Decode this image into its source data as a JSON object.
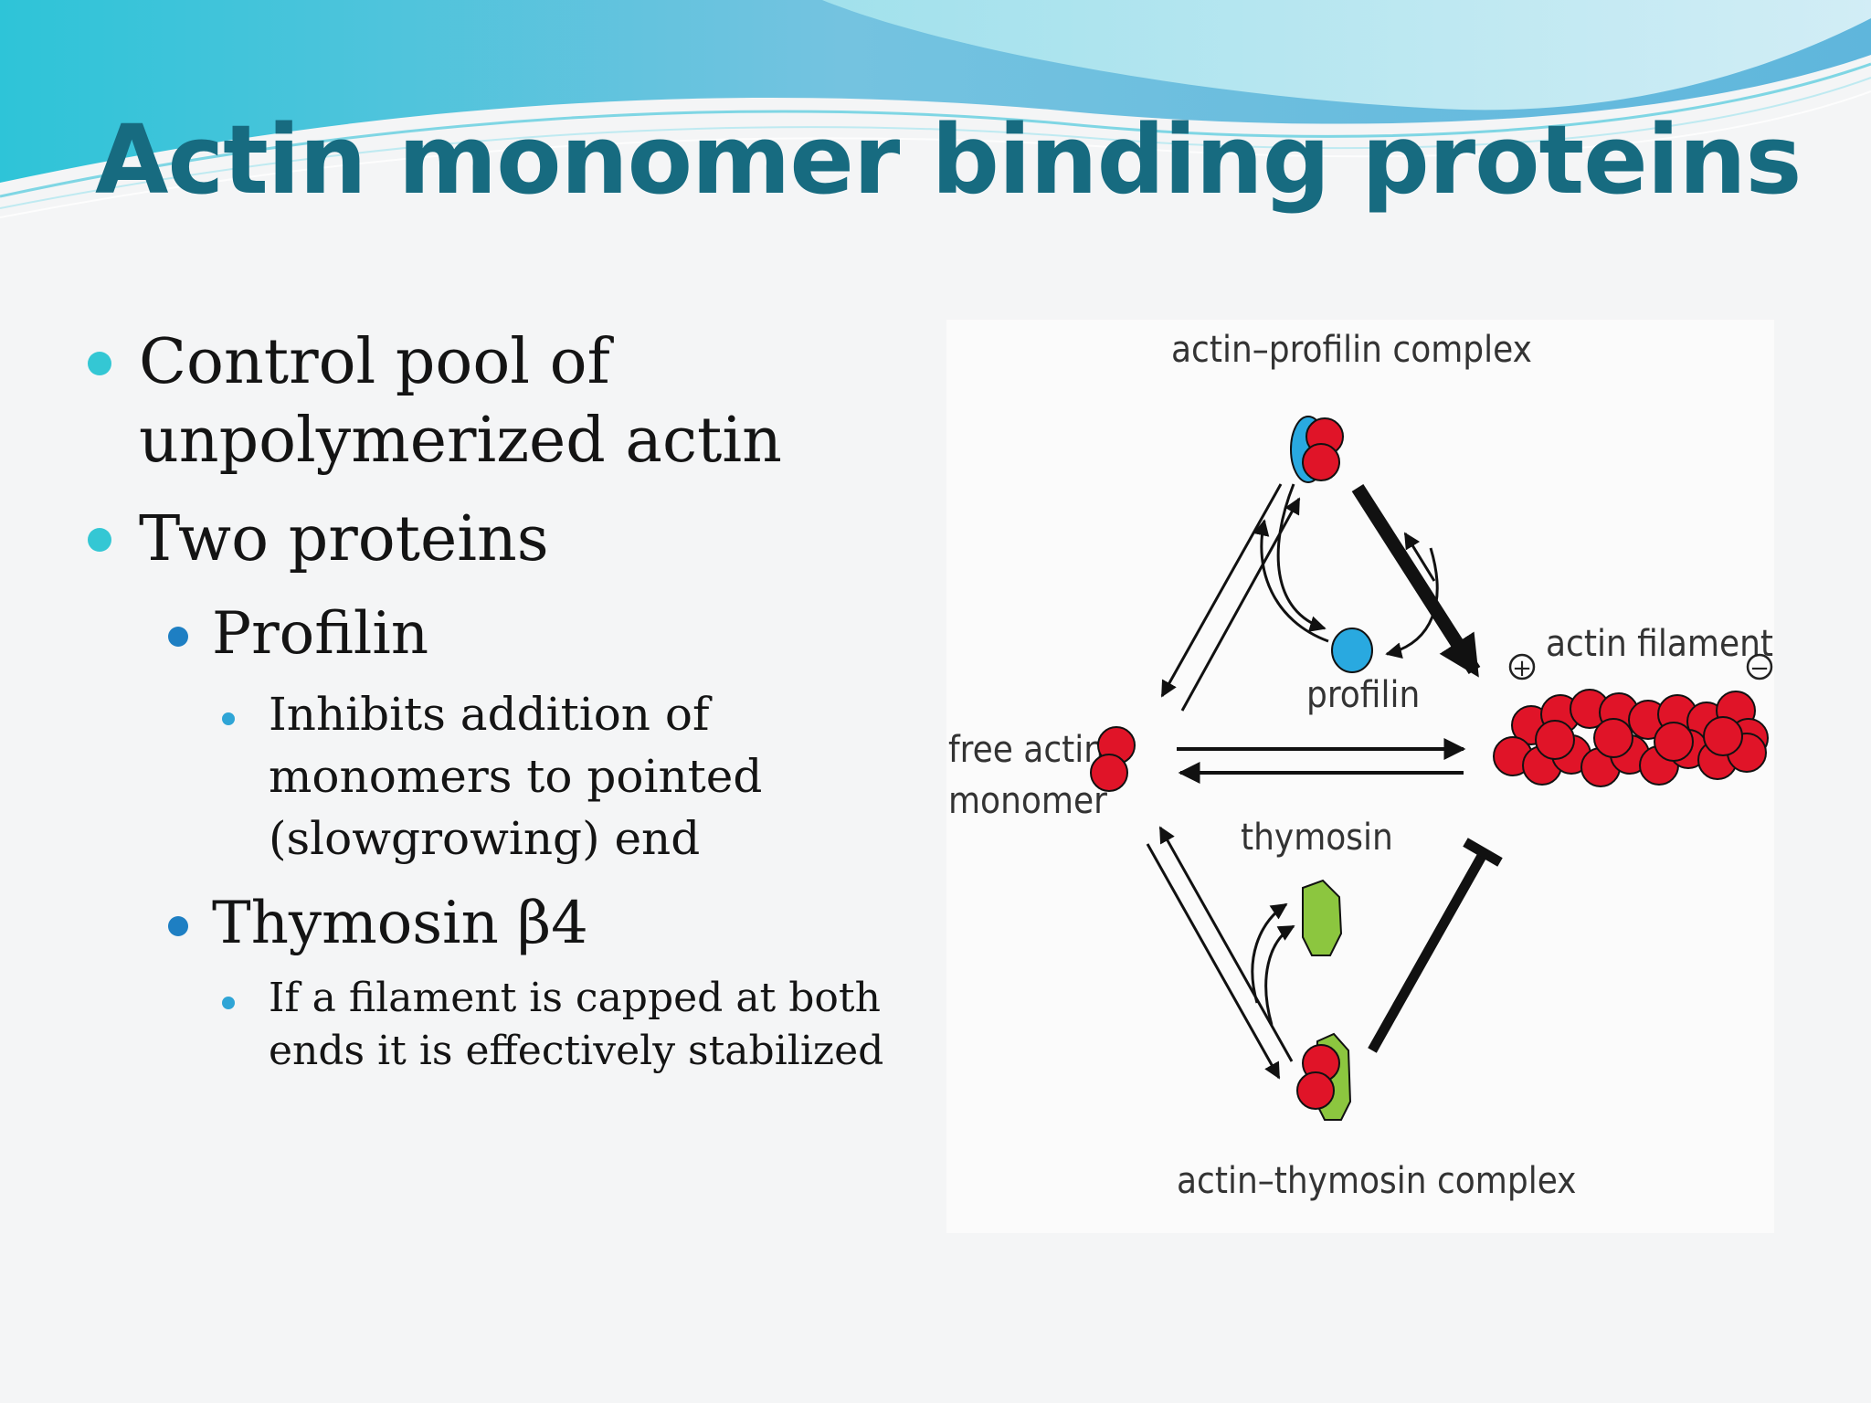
{
  "slide": {
    "title": "Actin monomer binding proteins"
  },
  "bullets": {
    "control_line1": "Control pool of",
    "control_line2": "unpolymerized actin",
    "two_proteins": "Two proteins",
    "profilin": "Profilin",
    "profilin_detail_line1": "Inhibits addition of",
    "profilin_detail_line2": "monomers to pointed",
    "profilin_detail_line3": "(slowgrowing) end",
    "thymosin": "Thymosin β4",
    "thymosin_detail_line1": "If a filament is capped at both",
    "thymosin_detail_line2": "ends it is effectively stabilized"
  },
  "diagram": {
    "actin_profilin_complex": "actin–profilin complex",
    "profilin": "profilin",
    "actin_filament": "actin filament",
    "free_actin_line1": "free actin",
    "free_actin_line2": "monomer",
    "thymosin": "thymosin",
    "actin_thymosin_complex": "actin–thymosin complex",
    "plus_sign": "+",
    "minus_sign": "−"
  },
  "colors": {
    "title": "#176b80",
    "actin": "#e01428",
    "profilin": "#29a9e0",
    "thymosin": "#8cc63f"
  }
}
